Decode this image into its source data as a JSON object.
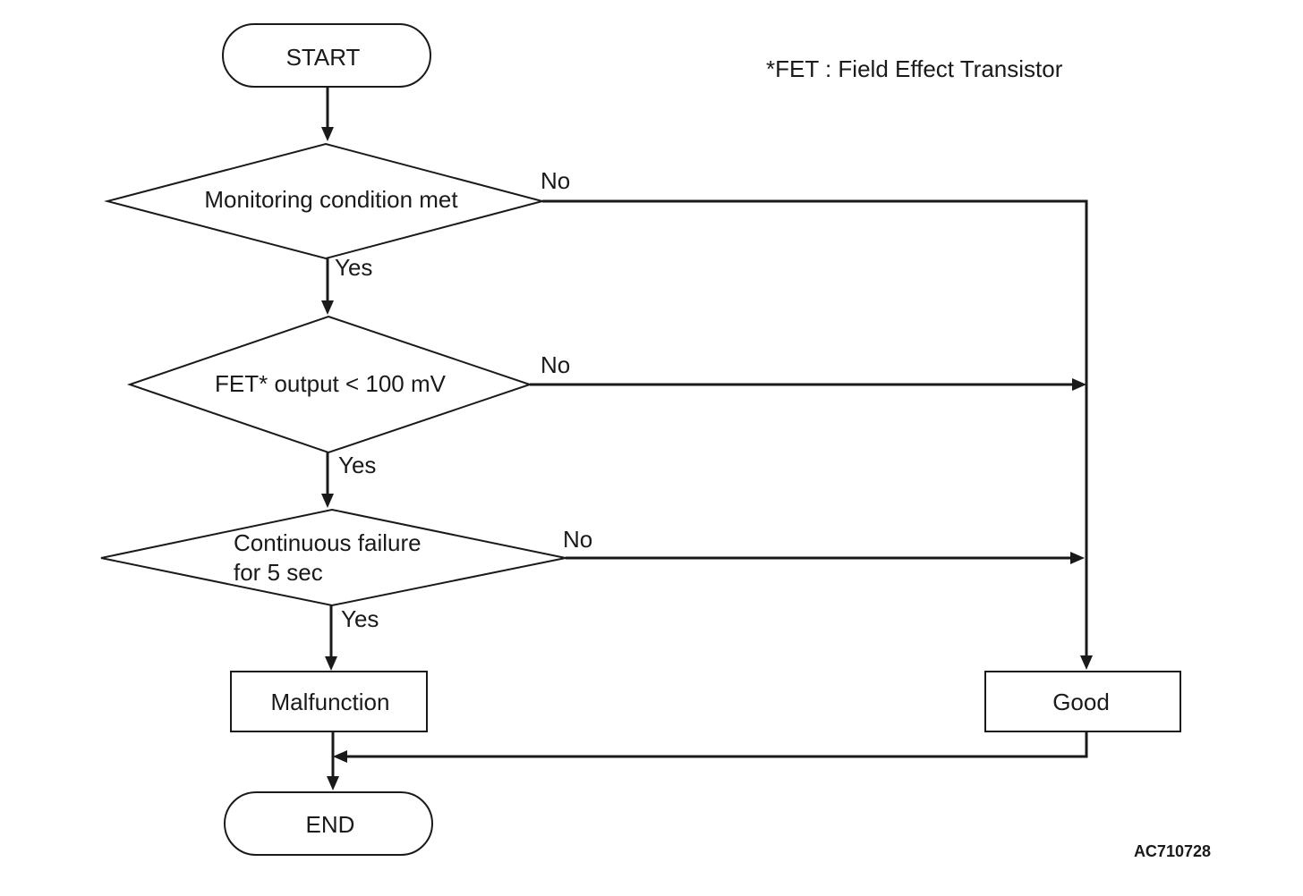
{
  "nodes": {
    "start": "START",
    "decision_monitoring": "Monitoring condition met",
    "decision_fet": "FET* output < 100 mV",
    "decision_continuous_line1": "Continuous failure",
    "decision_continuous_line2": "for 5 sec",
    "malfunction": "Malfunction",
    "good": "Good",
    "end": "END"
  },
  "branches": {
    "monitoring_no": "No",
    "monitoring_yes": "Yes",
    "fet_no": "No",
    "fet_yes": "Yes",
    "continuous_no": "No",
    "continuous_yes": "Yes"
  },
  "footnote": "*FET : Field Effect Transistor",
  "figure_code": "AC710728"
}
